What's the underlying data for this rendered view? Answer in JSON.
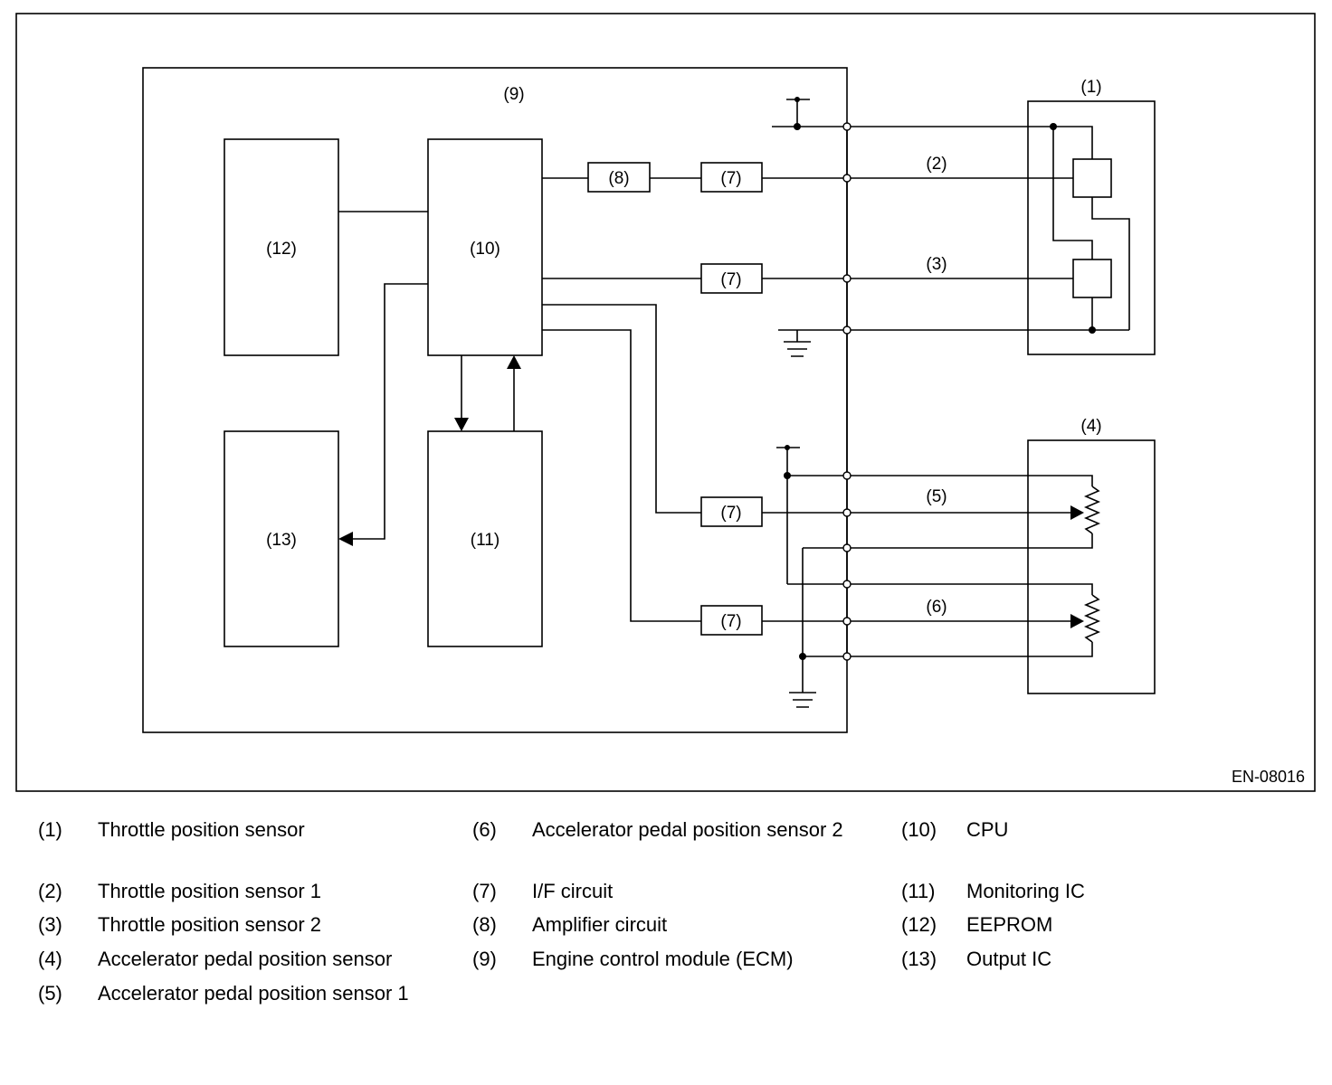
{
  "diagram": {
    "code": "EN-08016",
    "labels": {
      "l1": "(1)",
      "l2": "(2)",
      "l3": "(3)",
      "l4": "(4)",
      "l5": "(5)",
      "l6": "(6)",
      "l7": "(7)",
      "l8": "(8)",
      "l9": "(9)",
      "l10": "(10)",
      "l11": "(11)",
      "l12": "(12)",
      "l13": "(13)"
    }
  },
  "legend": [
    {
      "num": "(1)",
      "text": "Throttle position sensor"
    },
    {
      "num": "(2)",
      "text": "Throttle position sensor 1"
    },
    {
      "num": "(3)",
      "text": "Throttle position sensor 2"
    },
    {
      "num": "(4)",
      "text": "Accelerator pedal position sensor"
    },
    {
      "num": "(5)",
      "text": "Accelerator pedal position sensor 1"
    },
    {
      "num": "(6)",
      "text": "Accelerator pedal position sensor 2"
    },
    {
      "num": "(7)",
      "text": "I/F circuit"
    },
    {
      "num": "(8)",
      "text": "Amplifier circuit"
    },
    {
      "num": "(9)",
      "text": "Engine control module (ECM)"
    },
    {
      "num": "(10)",
      "text": "CPU"
    },
    {
      "num": "(11)",
      "text": "Monitoring IC"
    },
    {
      "num": "(12)",
      "text": "EEPROM"
    },
    {
      "num": "(13)",
      "text": "Output IC"
    }
  ]
}
